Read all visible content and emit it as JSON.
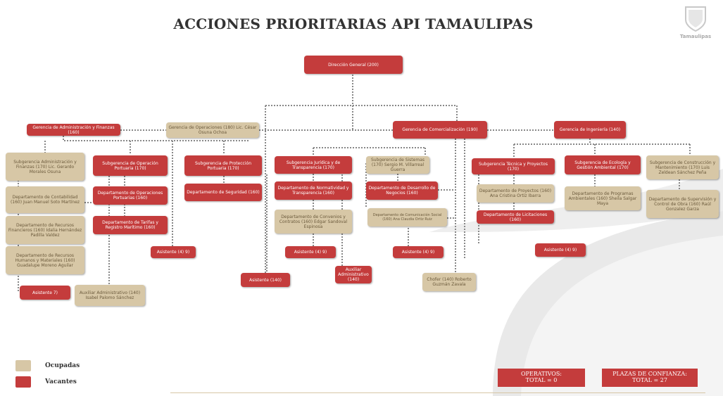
{
  "title": "ACCIONES PRIORITARIAS API TAMAULIPAS",
  "logo_text": "Tamaulipas",
  "colors": {
    "ocupadas": "#d7c7a6",
    "vacantes": "#c43c3c",
    "connector": "#888888"
  },
  "nodes": {
    "direccion": "Dirección General (200)",
    "ger_admin": "Gerencia de Administración y Finanzas (160)",
    "ger_oper": "Gerencia de Operaciones (180) Lic. César Osuna Ochoa",
    "ger_comer": "Gerencia de Comercialización (190)",
    "ger_ing": "Gerencia de Ingeniería (140)",
    "sub_admin": "Subgerencia Administración y Finanzas (170) Lic. Gerardo Morales Osuna",
    "dep_contab": "Departamento de Contabilidad (160) Juan Manuel Soto Martínez",
    "dep_recfin": "Departamento de Recursos Financieros (160) Idalia Hernández Padilla Valdez",
    "dep_rechum": "Departamento de Recursos Humanos y Materiales (160) Guadalupe Moreno Aguilar",
    "asist_admin": "Asistente 7)",
    "sub_opport": "Subgerencia de Operación Portuaria (170)",
    "dep_operport": "Departamento de Operaciones Portuarias (160)",
    "dep_tarifas": "Departamento de Tarifas y Registro Marítimo (160)",
    "aux_admin": "Auxiliar Administrativo (140) Isabel Palomo Sánchez",
    "asist_oper": "Asistente (4) 9)",
    "sub_protec": "Subgerencia de Protección Portuaria (170)",
    "dep_seg": "Departamento de Seguridad (160)",
    "asist_comer_a": "Asistente (140)",
    "sub_juridica": "Subgerencia Jurídica y de Transparencia (170)",
    "dep_normat": "Departamento de Normatividad y Transparencia (160)",
    "dep_convenios": "Departamento de Convenios y Contratos (160) Edgar Sandoval Espinosa",
    "asist_jur": "Asistente (4) 9)",
    "aux_jur": "Auxiliar Administrativo (140)",
    "sub_sistemas": "Subgerencia de Sistemas (170) Sergio M. Villarreal Guerra",
    "dep_desnegocios": "Departamento de Desarrollo de Negocios (160)",
    "dep_comunic": "Departamento de Comunicación Social (160) Ana Claudia Ortiz Ruiz",
    "asist_comer_b": "Asistente (4) 9)",
    "chofer": "Chofer (140) Roberto Guzmán Zavala",
    "sub_tecnica": "Subgerencia Técnica y Proyectos (170)",
    "dep_proyectos": "Departamento de Proyectos (160) Ana Cristina Ortiz Ibarra",
    "dep_licitaciones": "Departamento de Licitaciones (160)",
    "asist_ing": "Asistente (4) 9)",
    "sub_ecologia": "Subgerencia de Ecología y Gestión Ambiental (170)",
    "dep_programas": "Departamento de Programas Ambientales (160) Sheila Salgar Maya",
    "sub_construccion": "Subgerencia de Construcción y Mantenimiento (170) Luis Zeldean Sánchez Peña",
    "dep_supervision": "Departamento de Supervisión y Control de Obra (160) Raúl Gonzalez Garza"
  },
  "legend": {
    "ocupadas": "Ocupadas",
    "vacantes": "Vacantes"
  },
  "totals": {
    "operativos": "OPERATIVOS:",
    "operativos_total": "TOTAL = 0",
    "confianza": "PLAZAS DE CONFIANZA:",
    "confianza_total": "TOTAL = 27"
  }
}
